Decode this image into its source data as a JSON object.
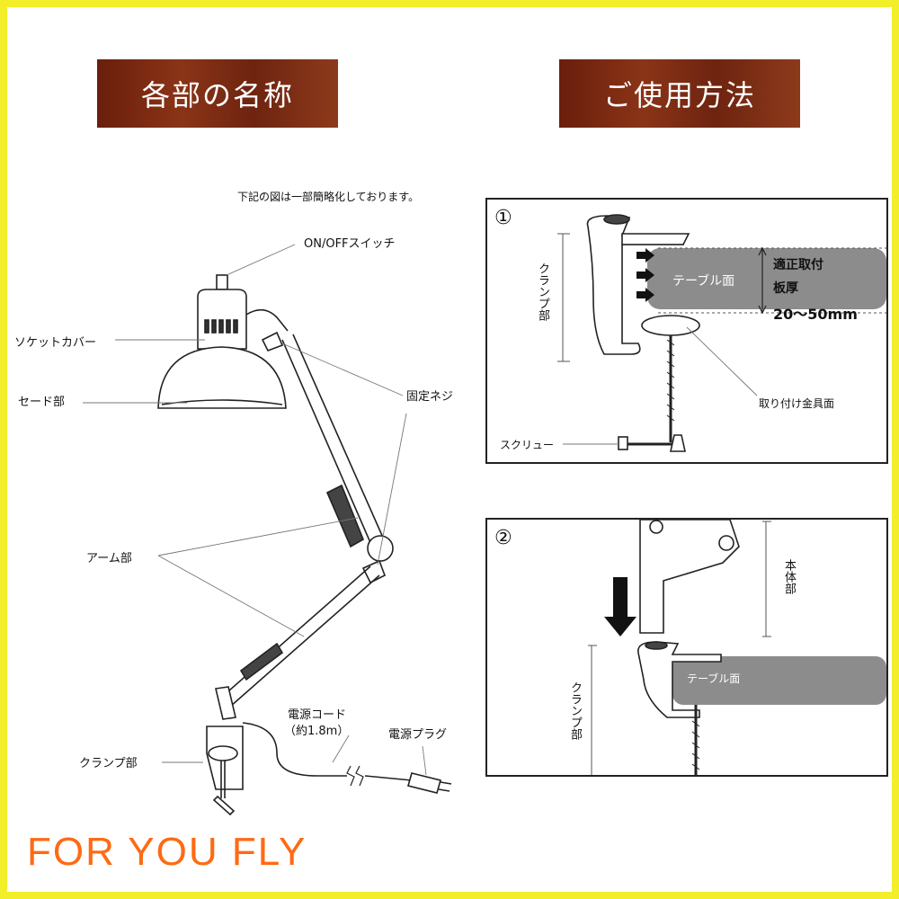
{
  "headers": {
    "parts": "各部の名称",
    "usage": "ご使用方法"
  },
  "note": "下記の図は一部簡略化しております。",
  "part_labels": {
    "switch": "ON/OFFスイッチ",
    "socket_cover": "ソケットカバー",
    "shade": "セード部",
    "fixing_screw": "固定ネジ",
    "arm": "アーム部",
    "cord": "電源コード",
    "cord_length": "（約1.8m）",
    "plug": "電源プラグ",
    "clamp": "クランプ部"
  },
  "step1": {
    "number": "①",
    "clamp_label": "クランプ部",
    "table_label": "テーブル面",
    "thickness_line1": "適正取付",
    "thickness_line2": "板厚",
    "thickness_range": "20〜50mm",
    "mount_label": "取り付け金具面",
    "screw_label": "スクリュー"
  },
  "step2": {
    "number": "②",
    "body_label": "本体部",
    "table_label": "テーブル面",
    "clamp_label": "クランプ部"
  },
  "brand": "FOR YOU FLY",
  "colors": {
    "border": "#f3ee2a",
    "header_bg": "#7a2a12",
    "brand": "#ff6a13",
    "table": "#8c8c8c"
  }
}
